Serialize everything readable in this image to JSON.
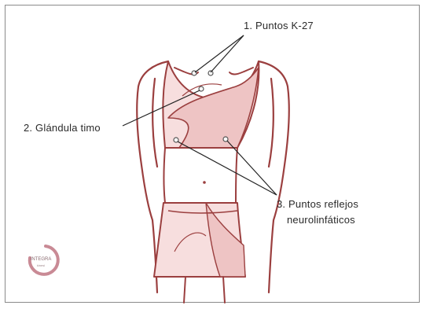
{
  "labels": {
    "k27": "1. Puntos K-27",
    "thymus": "2. Glándula timo",
    "neuro_line1": "3. Puntos reflejos",
    "neuro_line2": "neurolinfáticos"
  },
  "logo": {
    "text": "INTEGRA",
    "subtext": "kinesi"
  },
  "colors": {
    "outline": "#9b3f3f",
    "fill": "#f7dede",
    "fill_dark": "#eec4c4",
    "leader": "#222222",
    "logo": "#c98a95"
  }
}
